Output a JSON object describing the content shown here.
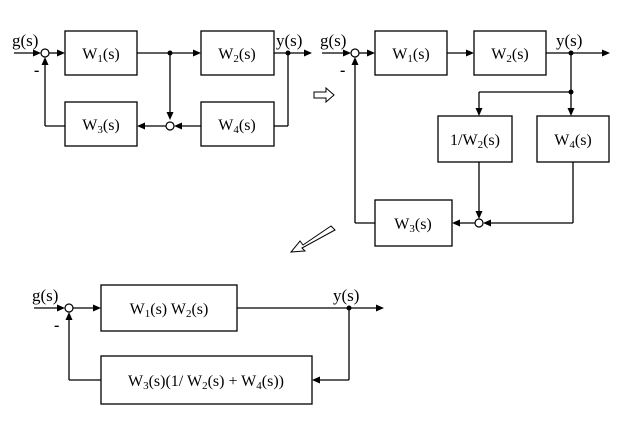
{
  "signals": {
    "input": "g(s)",
    "output": "y(s)",
    "minus": "-"
  },
  "diagram1": {
    "w1": {
      "main": "W",
      "sub": "1",
      "rest": "(s)"
    },
    "w2": {
      "main": "W",
      "sub": "2",
      "rest": "(s)"
    },
    "w3": {
      "main": "W",
      "sub": "3",
      "rest": "(s)"
    },
    "w4": {
      "main": "W",
      "sub": "4",
      "rest": "(s)"
    }
  },
  "diagram2": {
    "w1": {
      "main": "W",
      "sub": "1",
      "rest": "(s)"
    },
    "w2": {
      "main": "W",
      "sub": "2",
      "rest": "(s)"
    },
    "inv_w2": {
      "main": "1/W",
      "sub": "2",
      "rest": "(s)"
    },
    "w4": {
      "main": "W",
      "sub": "4",
      "rest": "(s)"
    },
    "w3": {
      "main": "W",
      "sub": "3",
      "rest": "(s)"
    }
  },
  "diagram3": {
    "forward": {
      "p1": "W",
      "s1": "1",
      "p2": "(s) W",
      "s2": "2",
      "p3": "(s)"
    },
    "feedback": {
      "p1": "W",
      "s1": "3",
      "p2": "(s)(1/ W",
      "s2": "2",
      "p3": "(s) + W",
      "s3": "4",
      "p4": "(s))"
    }
  }
}
